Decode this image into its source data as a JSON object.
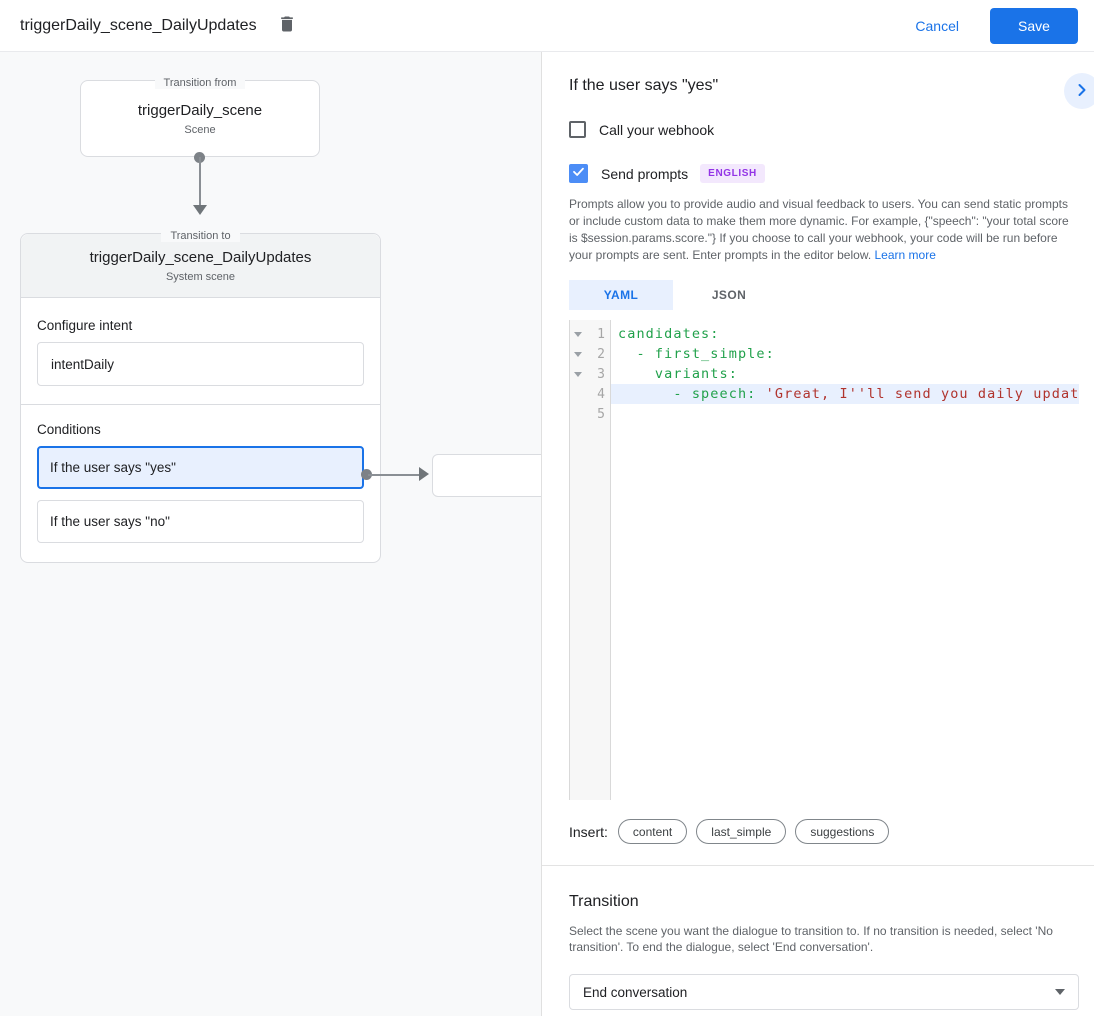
{
  "header": {
    "title": "triggerDaily_scene_DailyUpdates",
    "cancel_label": "Cancel",
    "save_label": "Save"
  },
  "flow": {
    "from_box": {
      "legend": "Transition from",
      "name": "triggerDaily_scene",
      "type": "Scene"
    },
    "to_card": {
      "legend": "Transition to",
      "name": "triggerDaily_scene_DailyUpdates",
      "type": "System scene",
      "intent_label": "Configure intent",
      "intent_value": "intentDaily",
      "conditions_label": "Conditions",
      "conditions": [
        {
          "label": "If the user says \"yes\"",
          "selected": true
        },
        {
          "label": "If the user says \"no\"",
          "selected": false
        }
      ]
    }
  },
  "details": {
    "title": "If the user says \"yes\"",
    "webhook_label": "Call your webhook",
    "send_prompts_label": "Send prompts",
    "language_badge": "ENGLISH",
    "description": "Prompts allow you to provide audio and visual feedback to users. You can send static prompts or include custom data to make them more dynamic. For example, {\"speech\": \"your total score is $session.params.score.\"} If you choose to call your webhook, your code will be run before your prompts are sent. Enter prompts in the editor below.",
    "learn_more_label": "Learn more",
    "tabs": [
      {
        "label": "YAML",
        "active": true
      },
      {
        "label": "JSON",
        "active": false
      }
    ],
    "editor": {
      "lines": [
        {
          "number": 1,
          "fold": true,
          "highlight": false,
          "segments": [
            {
              "style": "key",
              "text": "candidates:"
            }
          ]
        },
        {
          "number": 2,
          "fold": true,
          "highlight": false,
          "segments": [
            {
              "style": "key",
              "text": "  - first_simple:"
            }
          ]
        },
        {
          "number": 3,
          "fold": true,
          "highlight": false,
          "segments": [
            {
              "style": "key",
              "text": "    variants:"
            }
          ]
        },
        {
          "number": 4,
          "fold": false,
          "highlight": true,
          "segments": [
            {
              "style": "key",
              "text": "      - speech: "
            },
            {
              "style": "string",
              "text": "'Great, I''ll send you daily updates.'"
            }
          ]
        },
        {
          "number": 5,
          "fold": false,
          "highlight": false,
          "segments": []
        }
      ]
    },
    "insert_label": "Insert:",
    "insert_pills": [
      "content",
      "last_simple",
      "suggestions"
    ],
    "transition": {
      "title": "Transition",
      "description": "Select the scene you want the dialogue to transition to. If no transition is needed, select 'No transition'. To end the dialogue, select 'End conversation'.",
      "selected_value": "End conversation"
    }
  },
  "colors": {
    "accent": "#1a73e8",
    "selection_bg": "#e8f0fe",
    "yaml_key": "#21a14b",
    "yaml_string": "#b0332d",
    "badge_bg": "#f3e8fd",
    "badge_text": "#9334e6",
    "panel_bg": "#f8f9fa"
  }
}
